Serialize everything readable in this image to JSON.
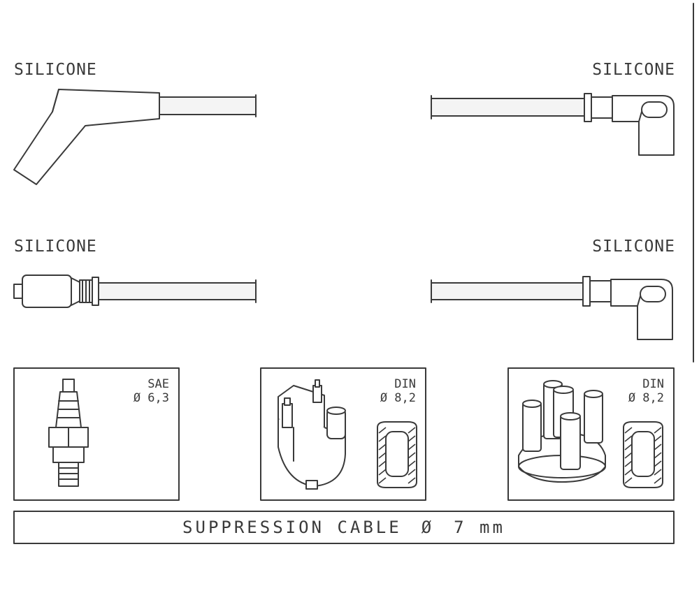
{
  "cable_ends": {
    "top_left": {
      "material": "SILICONE"
    },
    "top_right": {
      "material": "SILICONE"
    },
    "bottom_left": {
      "material": "SILICONE"
    },
    "bottom_right": {
      "material": "SILICONE"
    }
  },
  "components": [
    {
      "standard": "SAE",
      "diameter": "Ø 6,3",
      "icon": "spark-plug-icon"
    },
    {
      "standard": "DIN",
      "diameter": "Ø 8,2",
      "icon": "ignition-coil-icon"
    },
    {
      "standard": "DIN",
      "diameter": "Ø 8,2",
      "icon": "distributor-cap-icon"
    }
  ],
  "cable_spec": {
    "label": "SUPPRESSION CABLE",
    "diameter_symbol": "Ø",
    "diameter": "7 mm"
  }
}
